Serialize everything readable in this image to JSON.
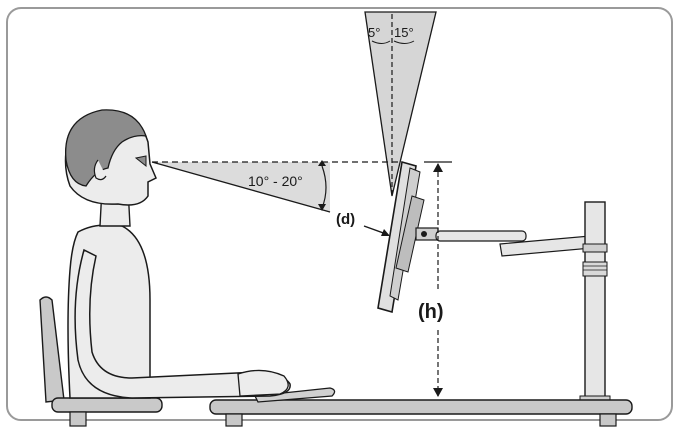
{
  "diagram": {
    "labels": {
      "tilt_back": "5°",
      "tilt_forward": "15°",
      "gaze_angle": "10° - 20°",
      "distance": "(d)",
      "height": "(h)"
    },
    "colors": {
      "panel_border": "#9a9a9a",
      "figure_fill": "#ececec",
      "hair_fill": "#8c8c8c",
      "cone_fill": "#d6d6d6",
      "wedge_fill": "#dcdcdc",
      "line": "#1a1a1a",
      "desk_fill": "#c8c8c8",
      "monitor_fill": "#e0e0e0"
    }
  }
}
